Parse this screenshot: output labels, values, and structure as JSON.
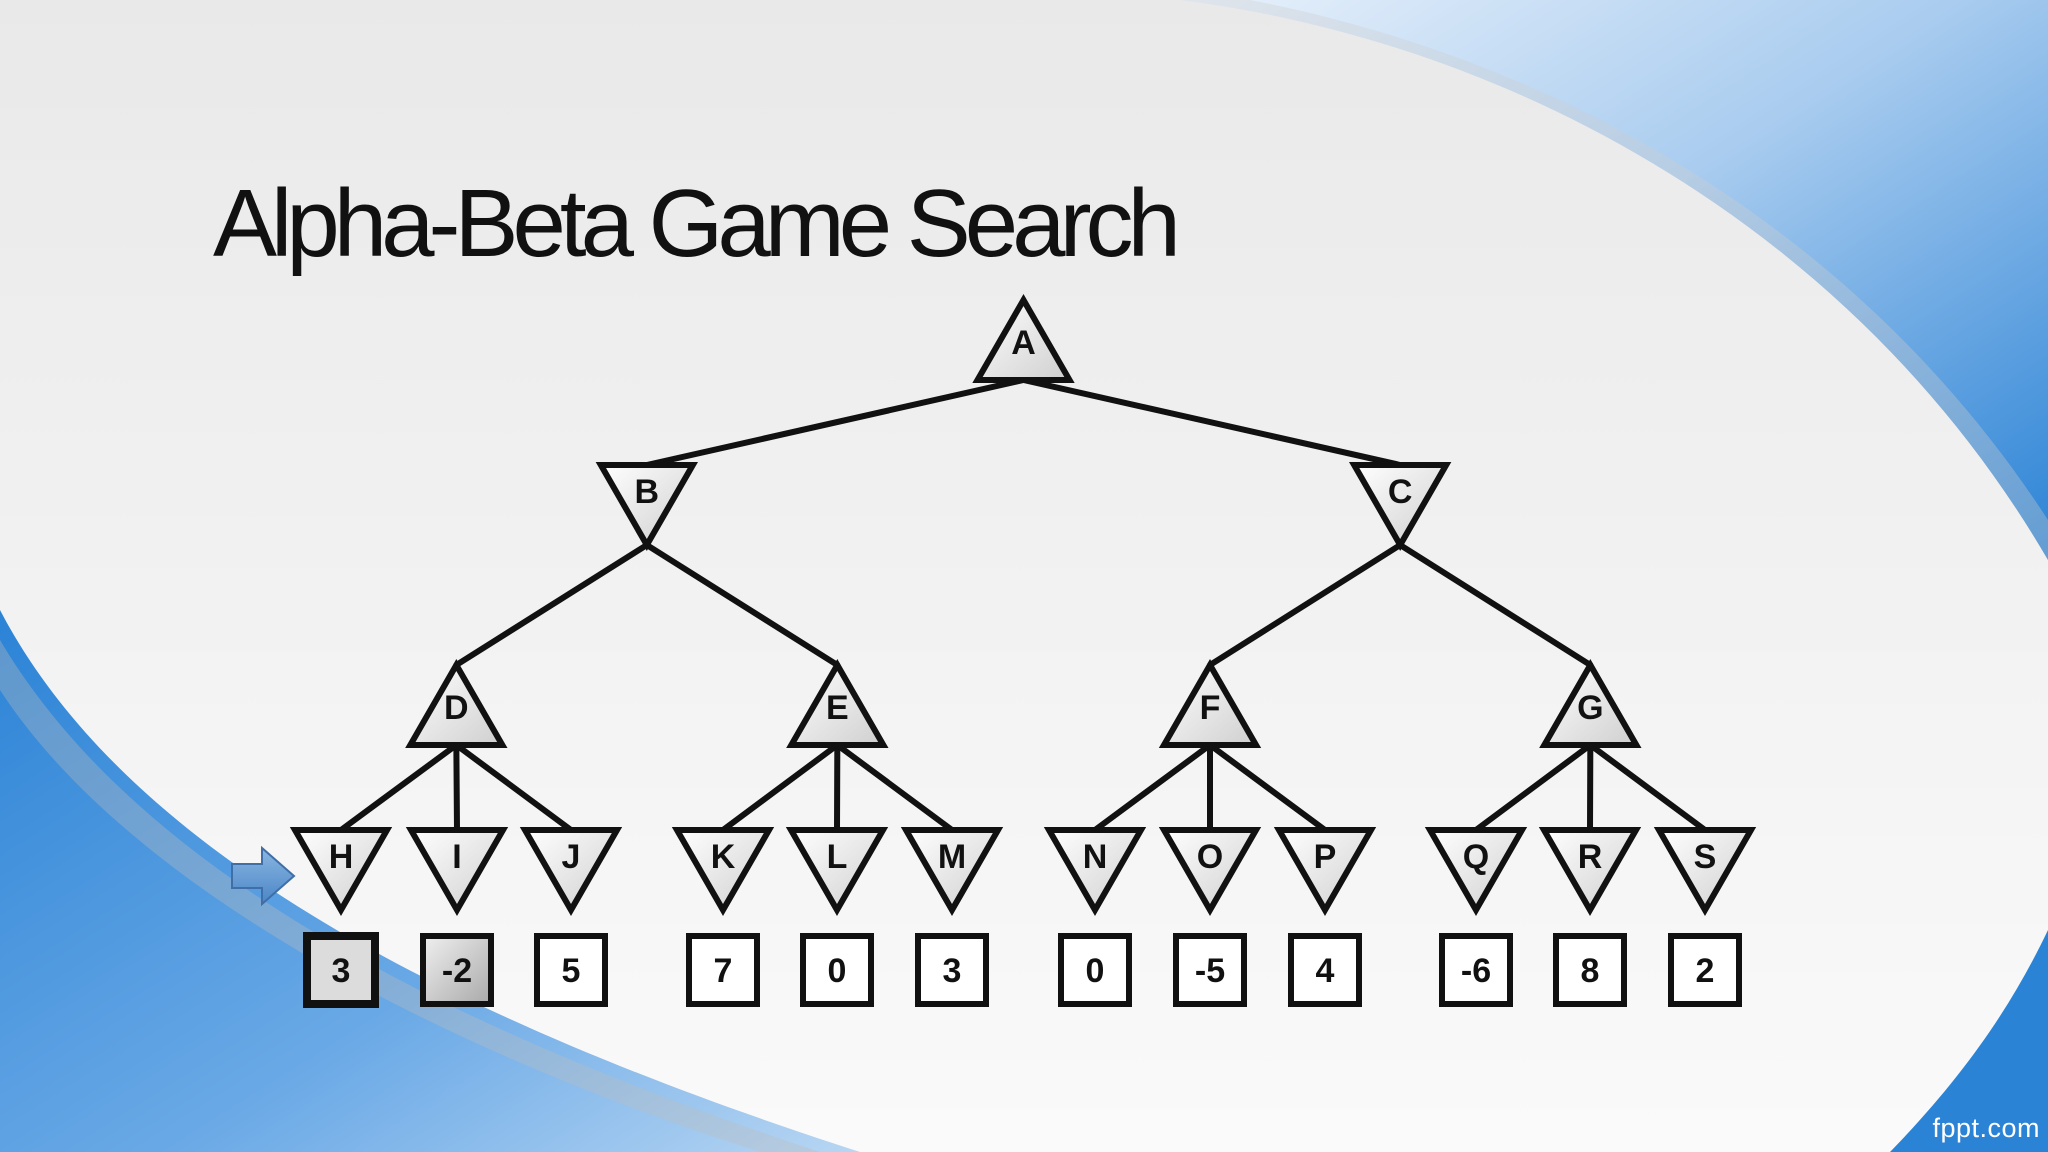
{
  "slide": {
    "title": "Alpha-Beta Game Search",
    "footer": "fppt.com"
  },
  "tree": {
    "root": "A",
    "levels": [
      {
        "type": "max",
        "nodes": [
          "A"
        ]
      },
      {
        "type": "min",
        "nodes": [
          "B",
          "C"
        ]
      },
      {
        "type": "max",
        "nodes": [
          "D",
          "E",
          "F",
          "G"
        ]
      },
      {
        "type": "min",
        "nodes": [
          "H",
          "I",
          "J",
          "K",
          "L",
          "M",
          "N",
          "O",
          "P",
          "Q",
          "R",
          "S"
        ]
      }
    ],
    "edges": [
      [
        "A",
        "B"
      ],
      [
        "A",
        "C"
      ],
      [
        "B",
        "D"
      ],
      [
        "B",
        "E"
      ],
      [
        "C",
        "F"
      ],
      [
        "C",
        "G"
      ],
      [
        "D",
        "H"
      ],
      [
        "D",
        "I"
      ],
      [
        "D",
        "J"
      ],
      [
        "E",
        "K"
      ],
      [
        "E",
        "L"
      ],
      [
        "E",
        "M"
      ],
      [
        "F",
        "N"
      ],
      [
        "F",
        "O"
      ],
      [
        "F",
        "P"
      ],
      [
        "G",
        "Q"
      ],
      [
        "G",
        "R"
      ],
      [
        "G",
        "S"
      ]
    ],
    "leaf_values": {
      "H": "3",
      "I": "-2",
      "J": "5",
      "K": "7",
      "L": "0",
      "M": "3",
      "N": "0",
      "O": "-5",
      "P": "4",
      "Q": "-6",
      "R": "8",
      "S": "2"
    },
    "current_node": "H"
  },
  "colors": {
    "accent_blue": "#2f86d8",
    "arrow_fill": "#6a9fd3",
    "line": "#111111"
  },
  "icons": {
    "pointer": "right-arrow-icon"
  }
}
